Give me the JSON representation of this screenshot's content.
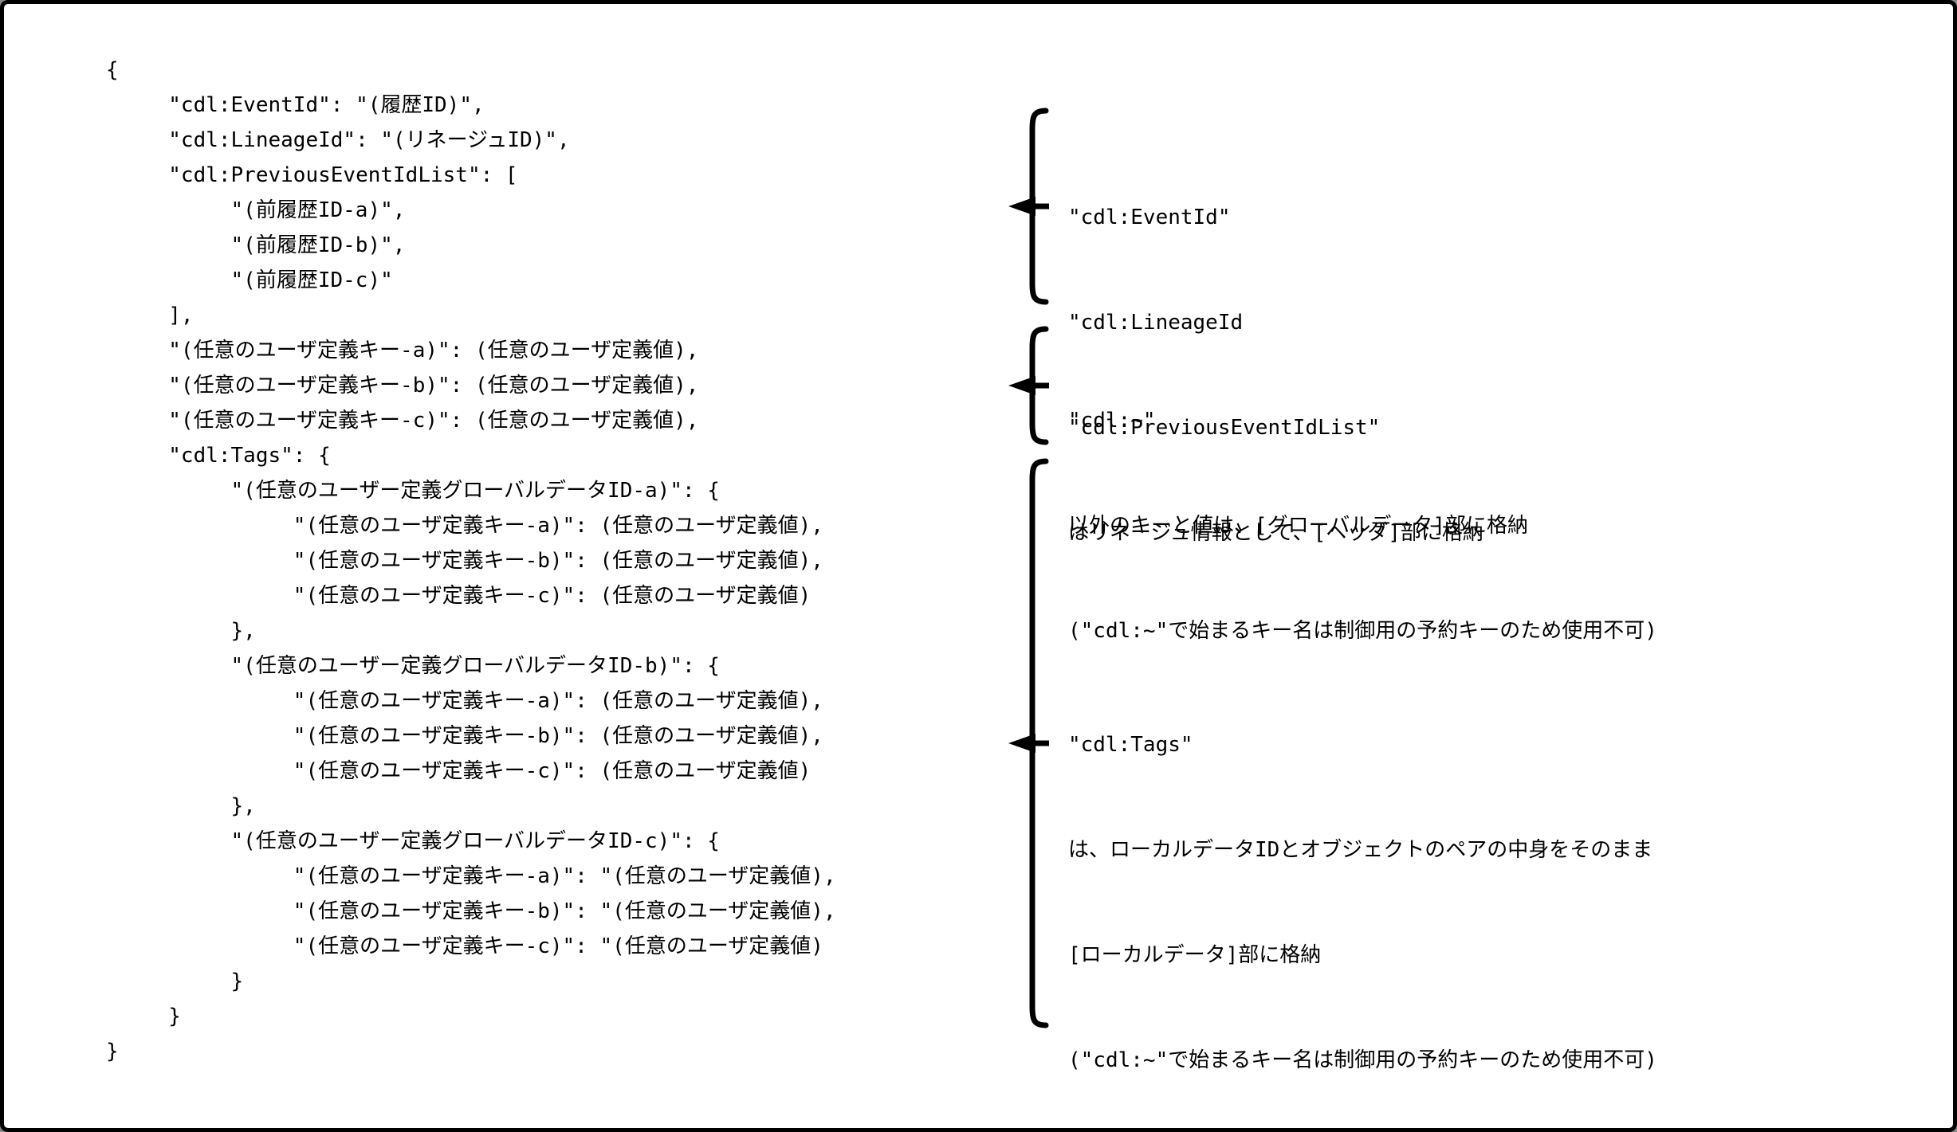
{
  "figure": {
    "description_colors": {
      "background": "#ffffff",
      "text": "#000000",
      "border": "#000000"
    }
  },
  "code": {
    "text": "{\n     \"cdl:EventId\": \"(履歴ID)\",\n     \"cdl:LineageId\": \"(リネージュID)\",\n     \"cdl:PreviousEventIdList\": [\n          \"(前履歴ID-a)\",\n          \"(前履歴ID-b)\",\n          \"(前履歴ID-c)\"\n     ],\n     \"(任意のユーザ定義キー-a)\": (任意のユーザ定義値),\n     \"(任意のユーザ定義キー-b)\": (任意のユーザ定義値),\n     \"(任意のユーザ定義キー-c)\": (任意のユーザ定義値),\n     \"cdl:Tags\": {\n          \"(任意のユーザー定義グローバルデータID-a)\": {\n               \"(任意のユーザ定義キー-a)\": (任意のユーザ定義値),\n               \"(任意のユーザ定義キー-b)\": (任意のユーザ定義値),\n               \"(任意のユーザ定義キー-c)\": (任意のユーザ定義値)\n          },\n          \"(任意のユーザー定義グローバルデータID-b)\": {\n               \"(任意のユーザ定義キー-a)\": (任意のユーザ定義値),\n               \"(任意のユーザ定義キー-b)\": (任意のユーザ定義値),\n               \"(任意のユーザ定義キー-c)\": (任意のユーザ定義値)\n          },\n          \"(任意のユーザー定義グローバルデータID-c)\": {\n               \"(任意のユーザ定義キー-a)\": \"(任意のユーザ定義値),\n               \"(任意のユーザ定義キー-b)\": \"(任意のユーザ定義値),\n               \"(任意のユーザ定義キー-c)\": \"(任意のユーザ定義値)\n          }\n     }\n}"
  },
  "annotations": [
    {
      "lines": [
        "\"cdl:EventId\"",
        "\"cdl:LineageId",
        "\"cdl:PreviousEventIdList\"",
        "はリネージュ情報として、[ヘッダ]部に格納"
      ]
    },
    {
      "lines": [
        "\"cdl:~\"",
        "以外のキーと値は、[グローバルデータ]部に格納",
        "(\"cdl:~\"で始まるキー名は制御用の予約キーのため使用不可)"
      ]
    },
    {
      "lines": [
        "\"cdl:Tags\"",
        "は、ローカルデータIDとオブジェクトのペアの中身をそのまま",
        "[ローカルデータ]部に格納",
        "(\"cdl:~\"で始まるキー名は制御用の予約キーのため使用不可)"
      ]
    }
  ]
}
